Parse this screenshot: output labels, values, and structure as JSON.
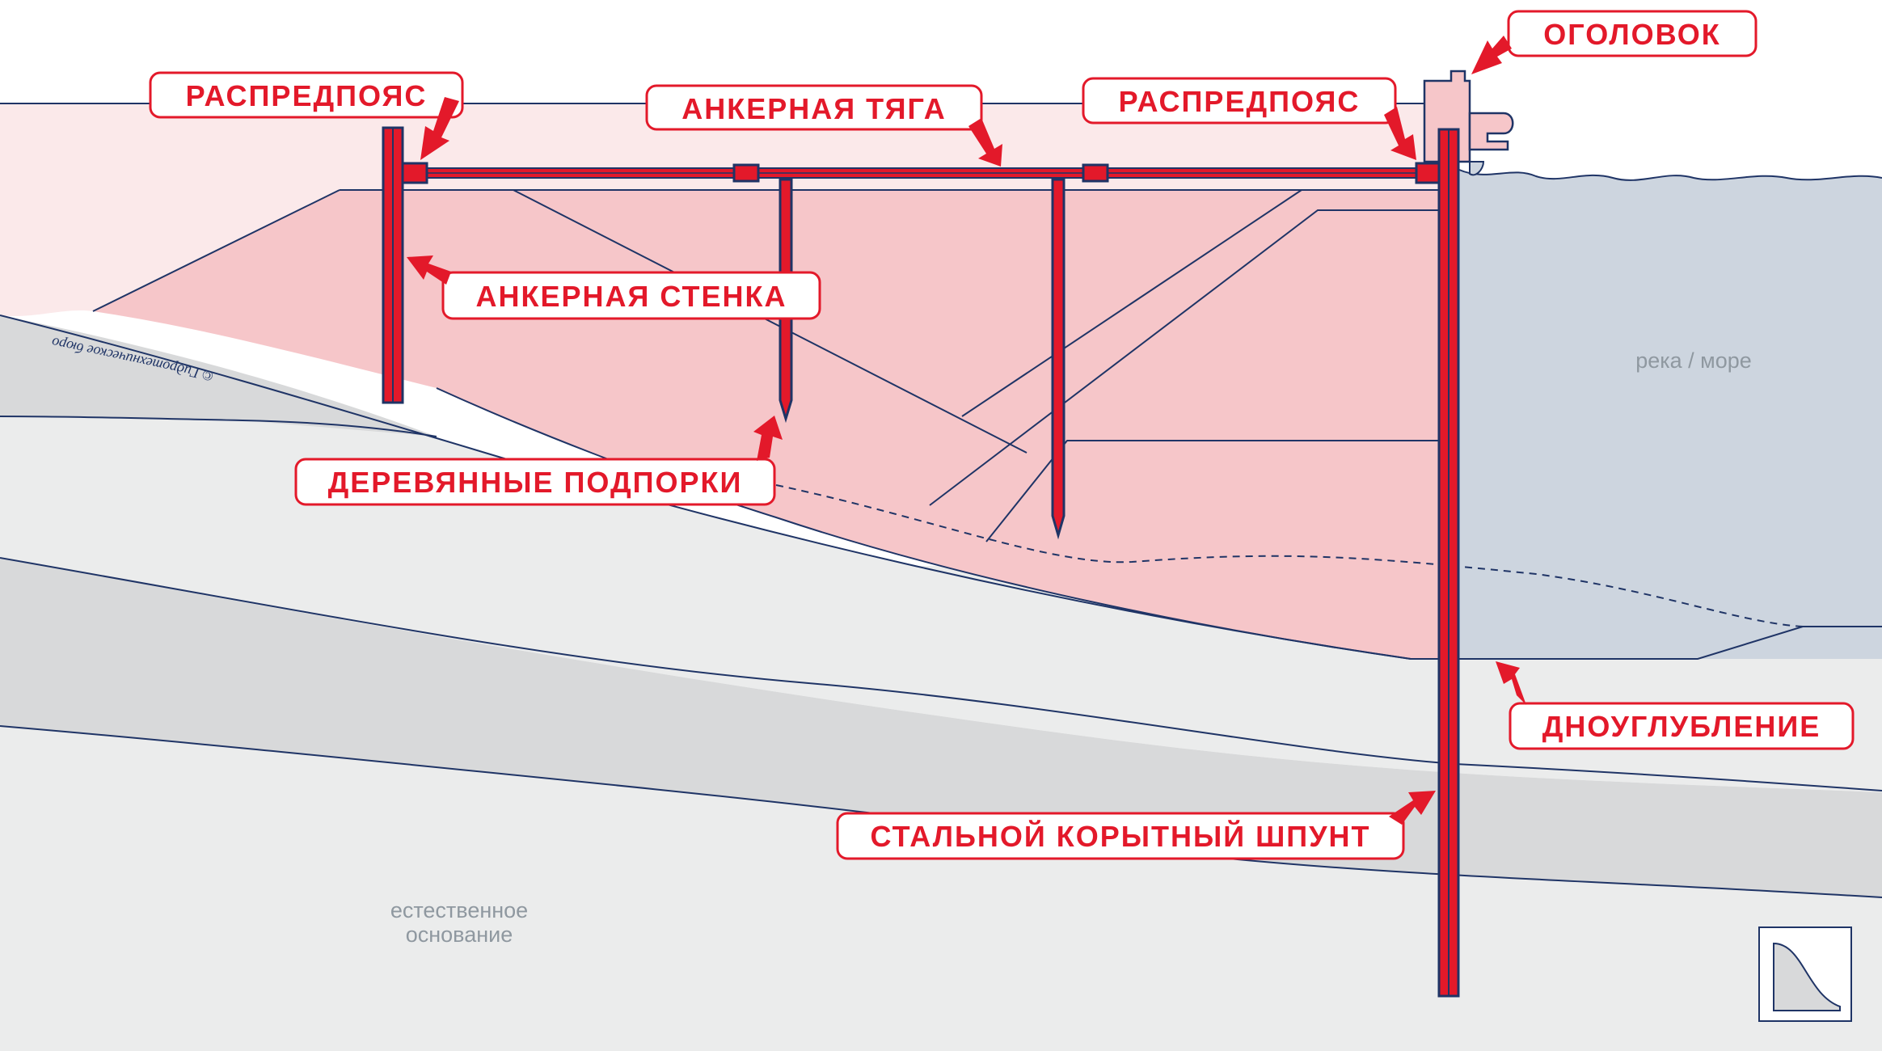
{
  "labels": {
    "raspredpoyas_left": "РАСПРЕДПОЯС",
    "ankernaya_tyaga": "АНКЕРНАЯ ТЯГА",
    "raspredpoyas_right": "РАСПРЕДПОЯС",
    "ogolovok": "ОГОЛОВОК",
    "ankernaya_stenka": "АНКЕРНАЯ СТЕНКА",
    "derevyannye_podporki": "ДЕРЕВЯННЫЕ ПОДПОРКИ",
    "dnouglublenie": "ДНОУГЛУБЛЕНИЕ",
    "stalnoy_shpunt": "СТАЛЬНОЙ КОРЫТНЫЙ ШПУНТ"
  },
  "zones": {
    "water": "река / море",
    "base_line1": "естественное",
    "base_line2": "основание",
    "watermark": "© Гидротехническое бюро"
  },
  "colors": {
    "accent_red": "#e3192a",
    "outline_navy": "#1f3466",
    "fill_pink_light": "#fbe9ea",
    "fill_pink": "#f6c6c9",
    "water_blue": "#cdd5df",
    "soil_light": "#ebecec",
    "soil_mid": "#d8d9da"
  },
  "icons": {
    "corner_logo": "slope-profile-icon"
  }
}
